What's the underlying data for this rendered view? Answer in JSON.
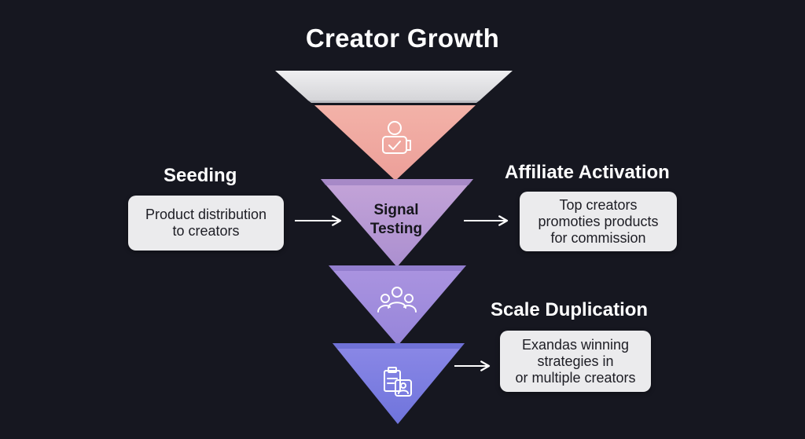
{
  "title": "Creator Growth",
  "stages": {
    "seeding": {
      "heading": "Seeding",
      "box_text": "Product distribution\nto creators"
    },
    "signal_testing": {
      "label": "Signal\nTesting"
    },
    "affiliate_activation": {
      "heading": "Affiliate Activation",
      "box_text": "Top creators\npromoties products\nfor commission"
    },
    "scale_duplication": {
      "heading": "Scale Duplication",
      "box_text": "Exandas winning\nstrategies in\nor multiple creators"
    }
  },
  "icons": {
    "tier2": "user-check-icon",
    "tier4": "team-group-icon",
    "tier5": "clipboard-profile-icon"
  },
  "colors": {
    "background": "#161720",
    "tier1": "#e6e6e8",
    "tier2": "#f2aaa1",
    "tier3": "#b898d4",
    "tier4": "#a28ede",
    "tier5": "#7f7fe2",
    "box": "#ebebed",
    "arrow": "#ffffff"
  }
}
